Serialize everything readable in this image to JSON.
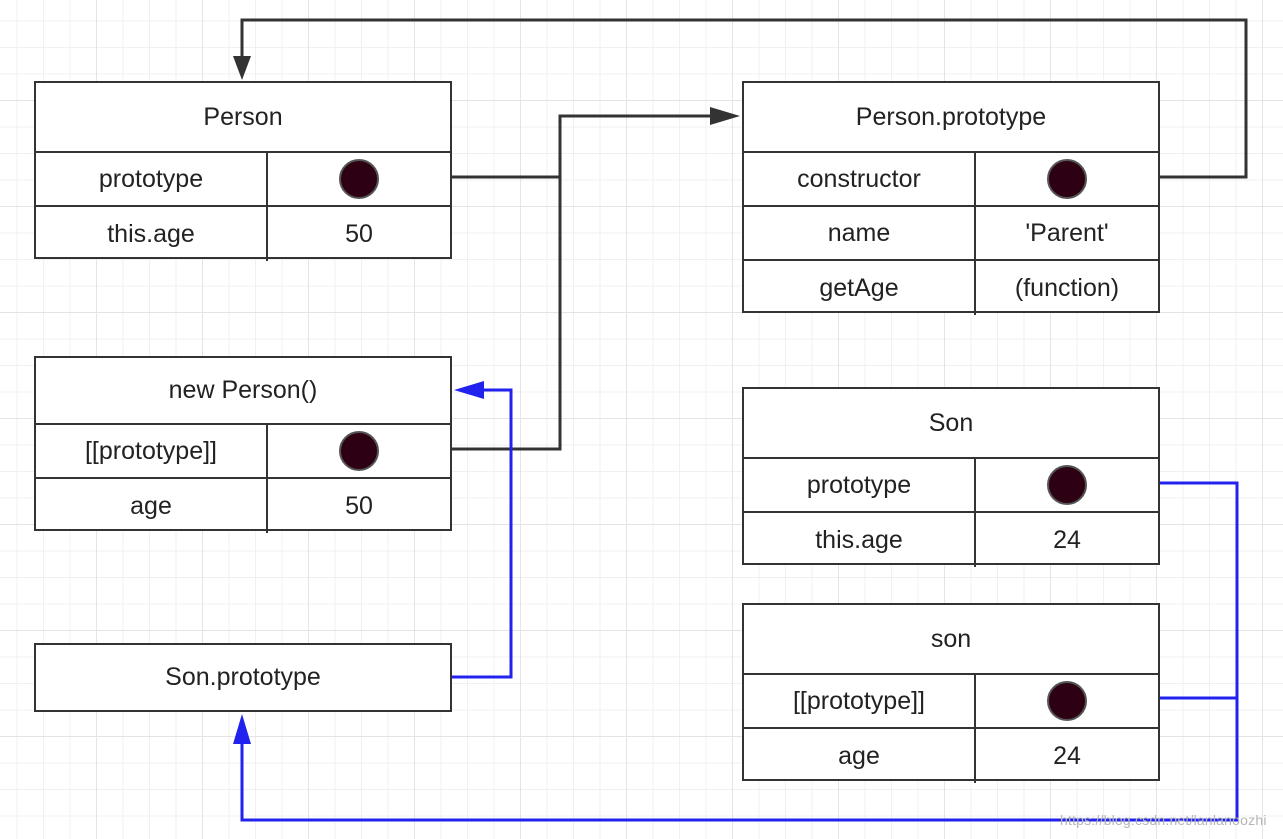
{
  "person": {
    "title": "Person",
    "rows": [
      {
        "key": "prototype",
        "value": ""
      },
      {
        "key": "this.age",
        "value": "50"
      }
    ]
  },
  "person_prototype": {
    "title": "Person.prototype",
    "rows": [
      {
        "key": "constructor",
        "value": ""
      },
      {
        "key": "name",
        "value": "'Parent'"
      },
      {
        "key": "getAge",
        "value": "(function)"
      }
    ]
  },
  "new_person": {
    "title": "new Person()",
    "rows": [
      {
        "key": "[[prototype]]",
        "value": ""
      },
      {
        "key": "age",
        "value": "50"
      }
    ]
  },
  "son_prototype": {
    "title": "Son.prototype"
  },
  "son_fn": {
    "title": "Son",
    "rows": [
      {
        "key": "prototype",
        "value": ""
      },
      {
        "key": "this.age",
        "value": "24"
      }
    ]
  },
  "son_instance": {
    "title": "son",
    "rows": [
      {
        "key": "[[prototype]]",
        "value": ""
      },
      {
        "key": "age",
        "value": "24"
      }
    ]
  },
  "watermark": "https://blog.csdn.net/lanlanoozhi",
  "colors": {
    "arrow_dark": "#333333",
    "arrow_blue": "#2222ee",
    "pointer_dot": "#2d0014"
  }
}
